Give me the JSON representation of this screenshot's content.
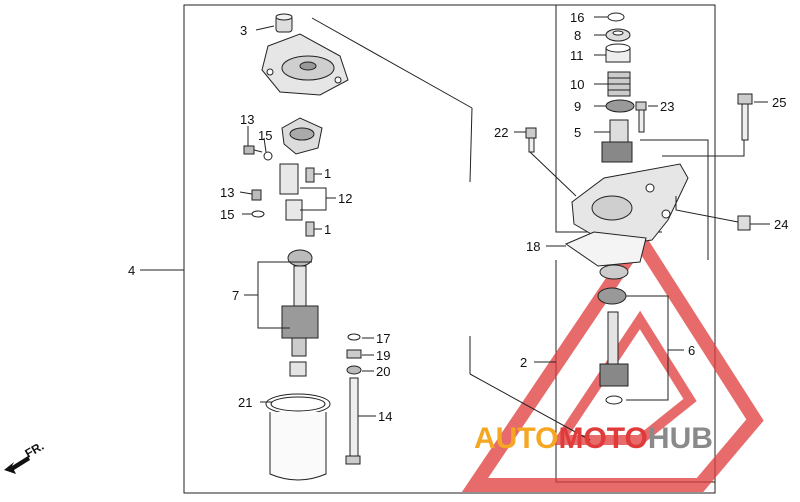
{
  "callouts": {
    "c1a": "1",
    "c1b": "1",
    "c2": "2",
    "c3": "3",
    "c4": "4",
    "c5": "5",
    "c6": "6",
    "c7": "7",
    "c8": "8",
    "c9": "9",
    "c10": "10",
    "c11": "11",
    "c12": "12",
    "c13a": "13",
    "c13b": "13",
    "c14": "14",
    "c15a": "15",
    "c15b": "15",
    "c16": "16",
    "c17": "17",
    "c18": "18",
    "c19": "19",
    "c20": "20",
    "c21": "21",
    "c22": "22",
    "c23": "23",
    "c24": "24",
    "c25": "25"
  },
  "direction_label": "FR.",
  "watermark": {
    "part1": "AUTO",
    "part2": "MOTO",
    "part3": "HUB",
    "color_orange": "#f5a623",
    "color_red": "#e03a3a",
    "color_gray": "#8a8a8a"
  }
}
